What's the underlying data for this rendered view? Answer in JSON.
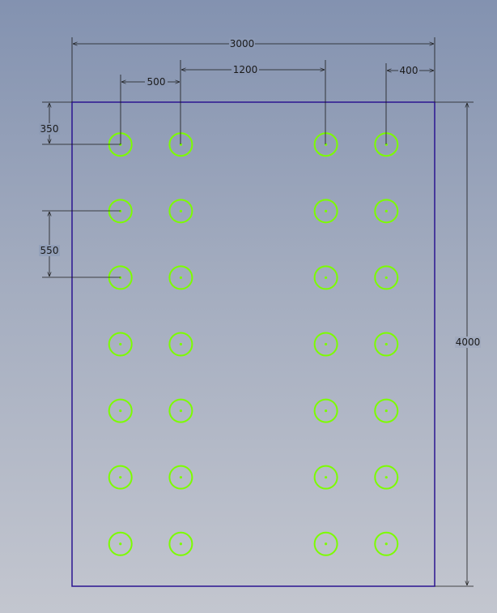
{
  "sketch": {
    "colors": {
      "border": "#2b1590",
      "hole": "#7cfc00",
      "dimension": "#1a1a1a"
    },
    "plate": {
      "width": 3000,
      "height": 4000
    },
    "hole_columns_x": [
      400,
      900,
      2100,
      2600
    ],
    "hole_rows_y": [
      350,
      900,
      1450,
      2000,
      2550,
      3100,
      3650
    ],
    "dimensions": {
      "overall_width": "3000",
      "col_spacing_left": "500",
      "col_spacing_middle": "1200",
      "right_offset": "400",
      "top_offset": "350",
      "row_spacing": "550",
      "overall_height": "4000"
    }
  }
}
